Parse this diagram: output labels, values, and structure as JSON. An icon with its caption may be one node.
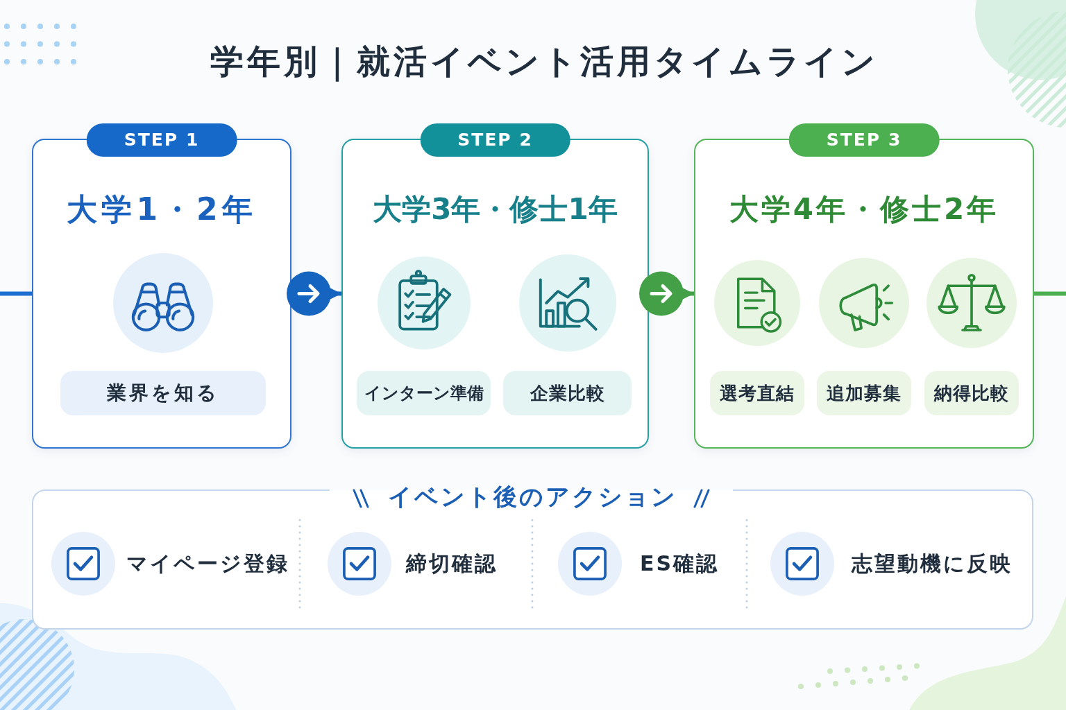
{
  "diagram": {
    "title": "学年別｜就活イベント活用タイムライン",
    "nodes": [
      {
        "text": [
          "STEP 1",
          "大学1・2年"
        ]
      },
      {
        "text": [
          "業界を知る"
        ],
        "in": 0
      },
      {
        "text": [
          "STEP 2",
          "大学3年・修士1年"
        ]
      },
      {
        "text": [
          "インターン準備"
        ],
        "in": 2
      },
      {
        "text": [
          "企業比較"
        ],
        "in": 2
      },
      {
        "text": [
          "STEP 3",
          "大学4年・修士2年"
        ]
      },
      {
        "text": [
          "選考直結"
        ],
        "in": 5
      },
      {
        "text": [
          "追加募集"
        ],
        "in": 5
      },
      {
        "text": [
          "納得比較"
        ],
        "in": 5
      },
      {
        "text": [
          "イベント後のアクション",
          "マイページ登録",
          "締切確認",
          "ES確認",
          "志望動機に反映"
        ]
      }
    ],
    "edges": [
      {
        "from": null,
        "to": 0,
        "arrow": "none",
        "color": "#1e6fd0"
      },
      {
        "from": 0,
        "to": 2,
        "arrow": "to",
        "color": "#1565c0"
      },
      {
        "from": 2,
        "to": 5,
        "arrow": "to",
        "color": "#43a047"
      },
      {
        "from": 5,
        "to": null,
        "arrow": "none",
        "color": "#4caf50"
      }
    ]
  }
}
